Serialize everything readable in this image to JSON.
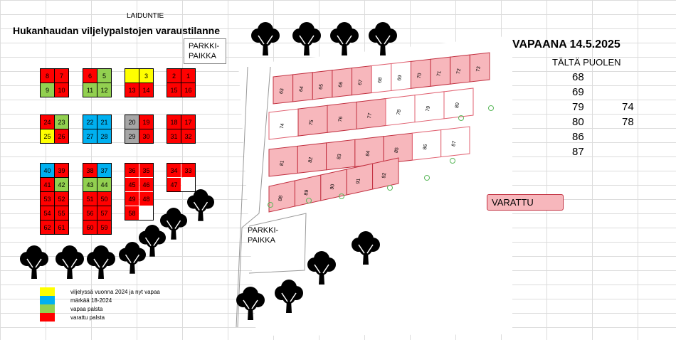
{
  "header": {
    "road_label": "LAIDUNTIE",
    "title": "Hukanhaudan viljelypalstojen varaustilanne"
  },
  "parking": {
    "top_label": "PARKKI-\nPAIKKA",
    "bottom_label": "PARKKI-\nPAIKKA"
  },
  "colors": {
    "yellow": "#ffff00",
    "blue": "#00b0f0",
    "green": "#92d050",
    "red": "#ff0000",
    "grey": "#a6a6a6",
    "pink": "#f7b7bc",
    "pink_border": "#c23040"
  },
  "plot_blocks": [
    {
      "cells": [
        {
          "n": "8",
          "c": "red"
        },
        {
          "n": "7",
          "c": "red"
        },
        {
          "n": "9",
          "c": "green"
        },
        {
          "n": "10",
          "c": "red"
        }
      ]
    },
    {
      "cells": [
        {
          "n": "6",
          "c": "red"
        },
        {
          "n": "5",
          "c": "green"
        },
        {
          "n": "11",
          "c": "green"
        },
        {
          "n": "12",
          "c": "green"
        }
      ]
    },
    {
      "cells": [
        {
          "n": "",
          "c": "yellow"
        },
        {
          "n": "3",
          "c": "yellow"
        },
        {
          "n": "13",
          "c": "red"
        },
        {
          "n": "14",
          "c": "red"
        }
      ]
    },
    {
      "cells": [
        {
          "n": "2",
          "c": "red"
        },
        {
          "n": "1",
          "c": "red"
        },
        {
          "n": "15",
          "c": "red"
        },
        {
          "n": "16",
          "c": "red"
        }
      ]
    },
    {
      "cells": [
        {
          "n": "24",
          "c": "red"
        },
        {
          "n": "23",
          "c": "green"
        },
        {
          "n": "25",
          "c": "yellow"
        },
        {
          "n": "26",
          "c": "red"
        }
      ]
    },
    {
      "cells": [
        {
          "n": "22",
          "c": "blue"
        },
        {
          "n": "21",
          "c": "blue"
        },
        {
          "n": "27",
          "c": "blue"
        },
        {
          "n": "28",
          "c": "blue"
        }
      ]
    },
    {
      "cells": [
        {
          "n": "20",
          "c": "grey"
        },
        {
          "n": "19",
          "c": "red"
        },
        {
          "n": "29",
          "c": "grey"
        },
        {
          "n": "30",
          "c": "red"
        }
      ]
    },
    {
      "cells": [
        {
          "n": "18",
          "c": "red"
        },
        {
          "n": "17",
          "c": "red"
        },
        {
          "n": "31",
          "c": "red"
        },
        {
          "n": "32",
          "c": "red"
        }
      ]
    },
    {
      "cells": [
        {
          "n": "40",
          "c": "blue"
        },
        {
          "n": "39",
          "c": "red"
        },
        {
          "n": "41",
          "c": "red"
        },
        {
          "n": "42",
          "c": "green"
        },
        {
          "n": "53",
          "c": "red"
        },
        {
          "n": "52",
          "c": "red"
        },
        {
          "n": "54",
          "c": "red"
        },
        {
          "n": "55",
          "c": "red"
        },
        {
          "n": "62",
          "c": "red"
        },
        {
          "n": "61",
          "c": "red"
        }
      ]
    },
    {
      "cells": [
        {
          "n": "38",
          "c": "red"
        },
        {
          "n": "37",
          "c": "blue"
        },
        {
          "n": "43",
          "c": "green"
        },
        {
          "n": "44",
          "c": "green"
        },
        {
          "n": "51",
          "c": "red"
        },
        {
          "n": "50",
          "c": "red"
        },
        {
          "n": "56",
          "c": "red"
        },
        {
          "n": "57",
          "c": "red"
        },
        {
          "n": "60",
          "c": "red"
        },
        {
          "n": "59",
          "c": "red"
        }
      ]
    },
    {
      "cells": [
        {
          "n": "36",
          "c": "red"
        },
        {
          "n": "35",
          "c": "red"
        },
        {
          "n": "45",
          "c": "red"
        },
        {
          "n": "46",
          "c": "red"
        },
        {
          "n": "49",
          "c": "red"
        },
        {
          "n": "48",
          "c": "red"
        },
        {
          "n": "58",
          "c": "red"
        },
        {
          "n": "",
          "c": "empty"
        }
      ]
    },
    {
      "cells": [
        {
          "n": "34",
          "c": "red"
        },
        {
          "n": "33",
          "c": "red"
        },
        {
          "n": "47",
          "c": "red"
        },
        {
          "n": "",
          "c": "empty"
        }
      ]
    }
  ],
  "free_plots": {
    "title": "VAPAANA 14.5.2025",
    "subtitle": "TÄLTÄ PUOLEN",
    "col1": [
      "68",
      "69",
      "79",
      "80",
      "86",
      "87"
    ],
    "col2": [
      "74",
      "78"
    ]
  },
  "reserved_box_label": "VARATTU",
  "legend": [
    {
      "color": "yellow",
      "label": "viljelyssä vuonna 2024 ja nyt vapaa"
    },
    {
      "color": "blue",
      "label": "märkää 18-2024"
    },
    {
      "color": "green",
      "label": "vapaa palsta"
    },
    {
      "color": "red",
      "label": "varattu palsta"
    }
  ],
  "right_field": {
    "row1": [
      "63",
      "64",
      "65",
      "66",
      "67",
      "68",
      "69",
      "70",
      "71",
      "72",
      "73"
    ],
    "row2": [
      "74",
      "75",
      "76",
      "77",
      "78",
      "79",
      "80"
    ],
    "row3": [
      "81",
      "82",
      "83",
      "84",
      "85",
      "86",
      "87"
    ],
    "row4": [
      "88",
      "89",
      "90",
      "91",
      "92"
    ]
  },
  "trees": "tree-icon"
}
